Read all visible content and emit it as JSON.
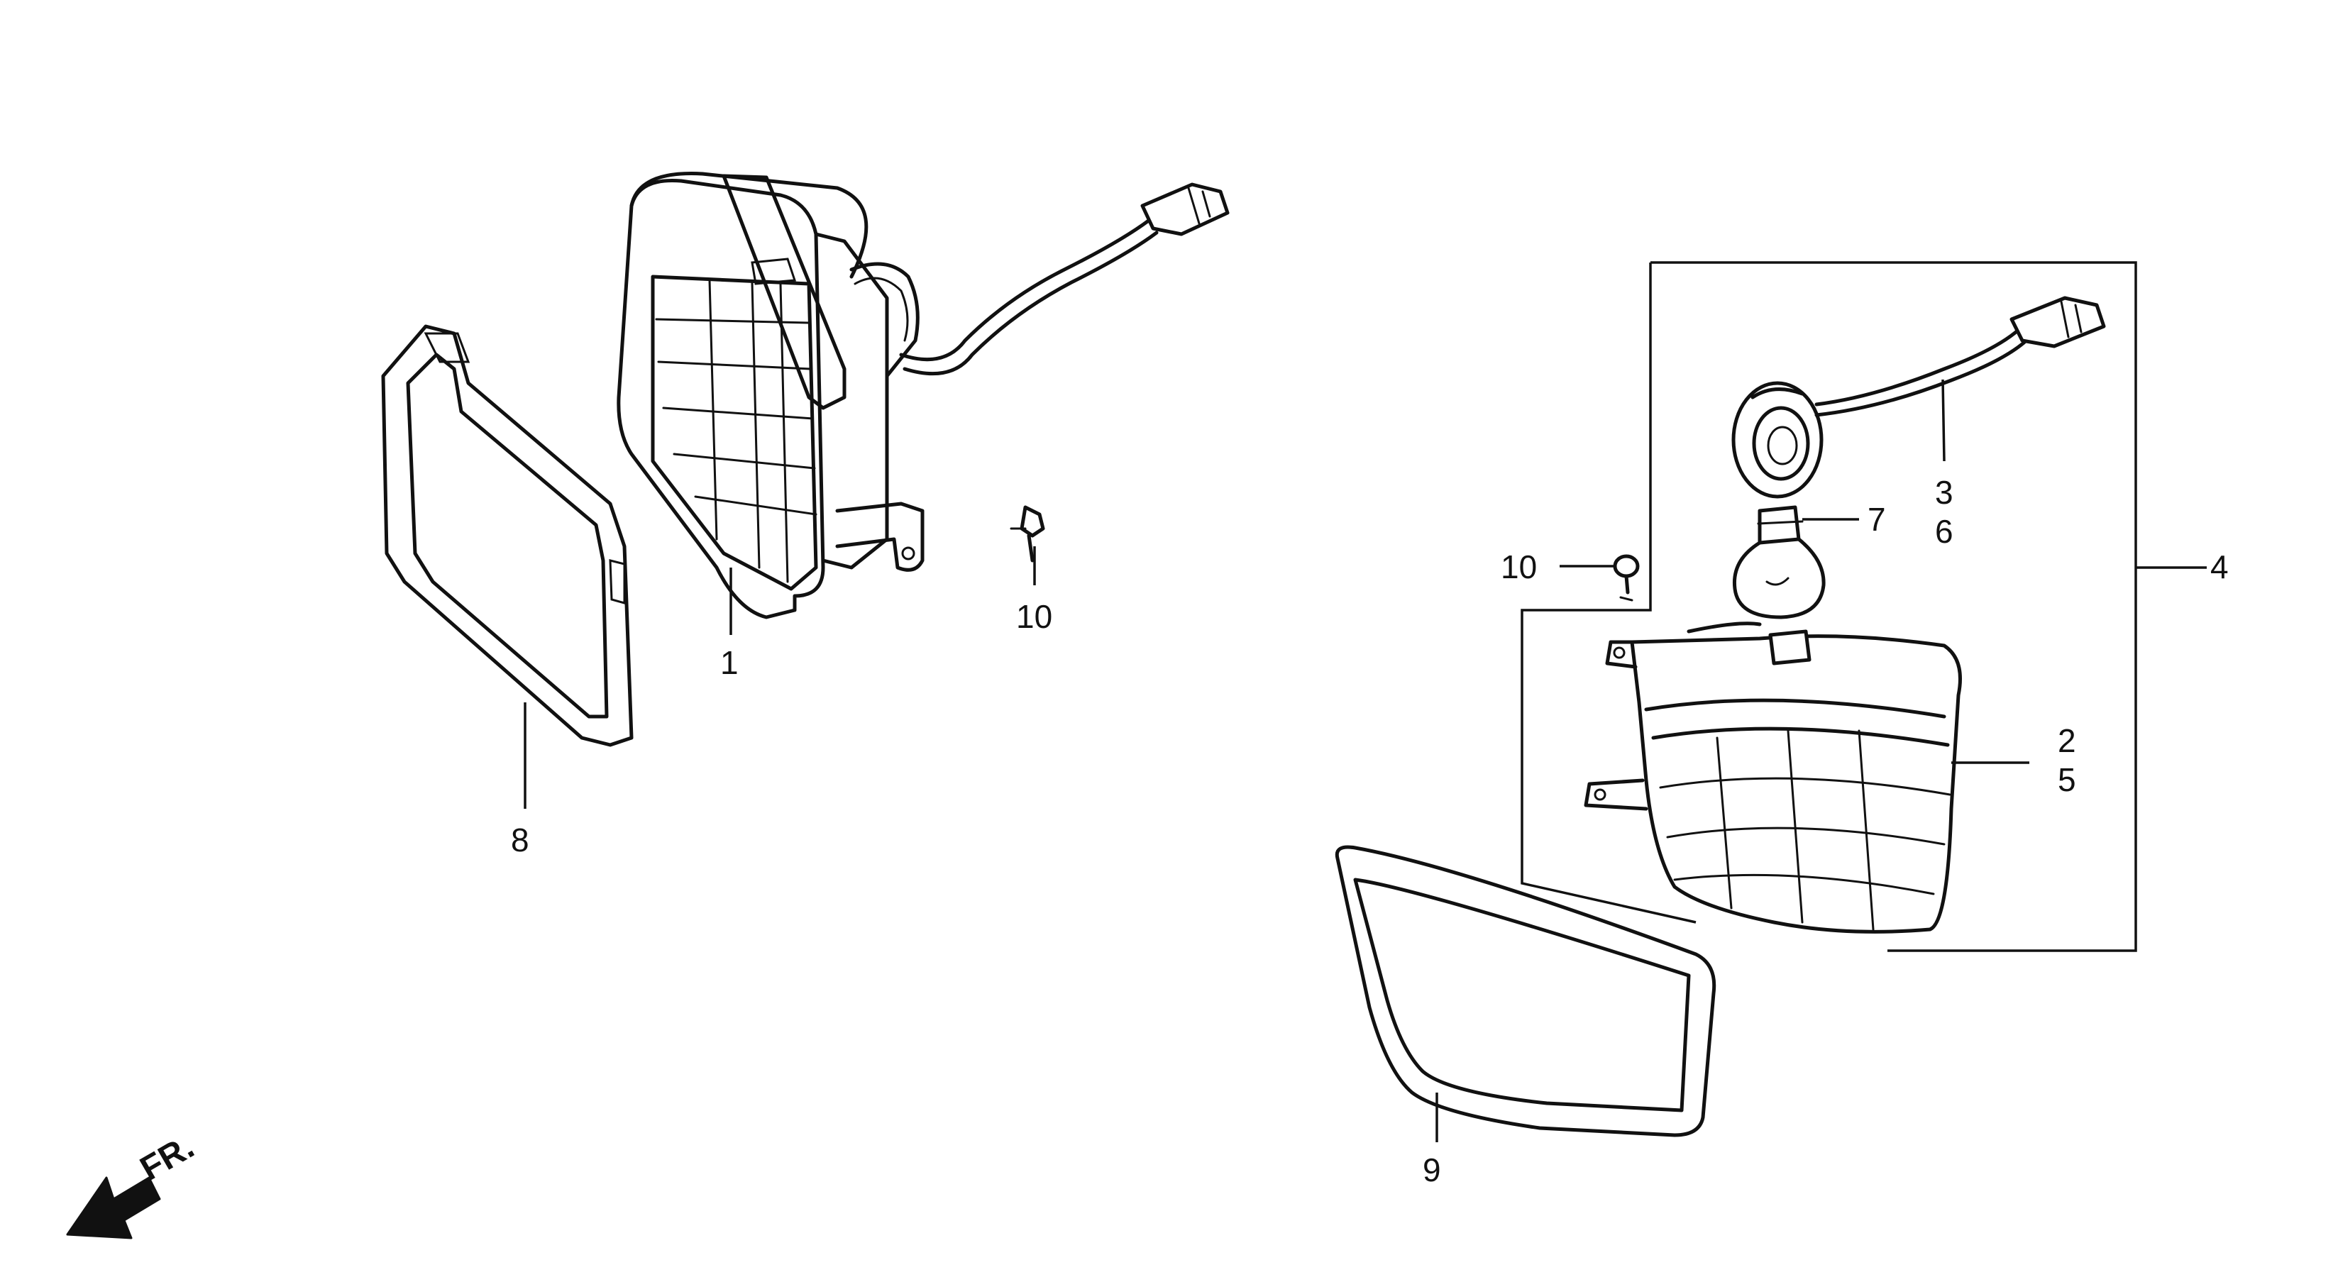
{
  "callouts": {
    "c1": "1",
    "c2": "2",
    "c3": "3",
    "c4": "4",
    "c5": "5",
    "c6": "6",
    "c7": "7",
    "c8": "8",
    "c9": "9",
    "c10_left": "10",
    "c10_right": "10"
  },
  "front_indicator": {
    "text": "FR."
  },
  "colors": {
    "line": "#111111",
    "background": "#ffffff"
  }
}
